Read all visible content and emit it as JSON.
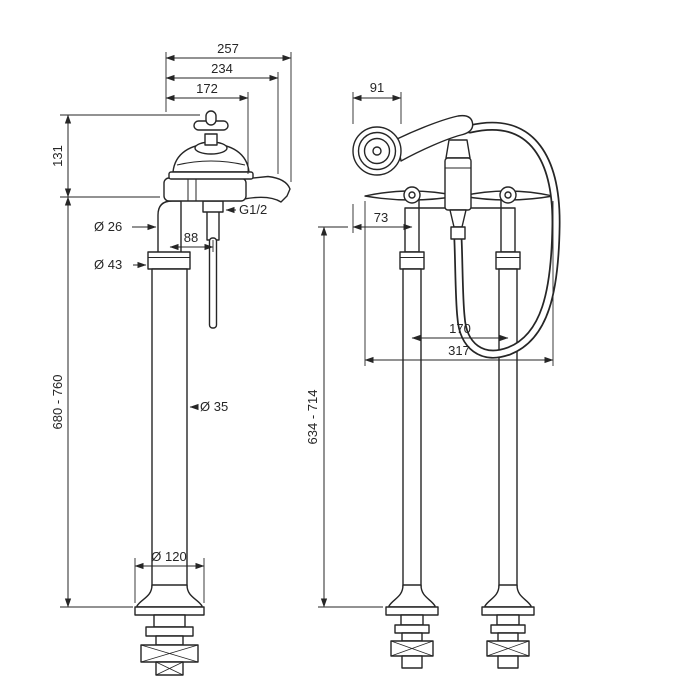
{
  "colors": {
    "background": "#ffffff",
    "line": "#262626"
  },
  "drawing": {
    "side_view": {
      "w257": "257",
      "w234": "234",
      "w172": "172",
      "h131": "131",
      "dia26": "Ø 26",
      "w88": "88",
      "dia43": "Ø 43",
      "thread": "G1/2",
      "h680_760": "680 - 760",
      "dia35": "Ø 35",
      "dia120": "Ø 120"
    },
    "front_view": {
      "w91": "91",
      "w73": "73",
      "h634_714": "634 - 714",
      "w170": "170",
      "w317": "317"
    }
  }
}
